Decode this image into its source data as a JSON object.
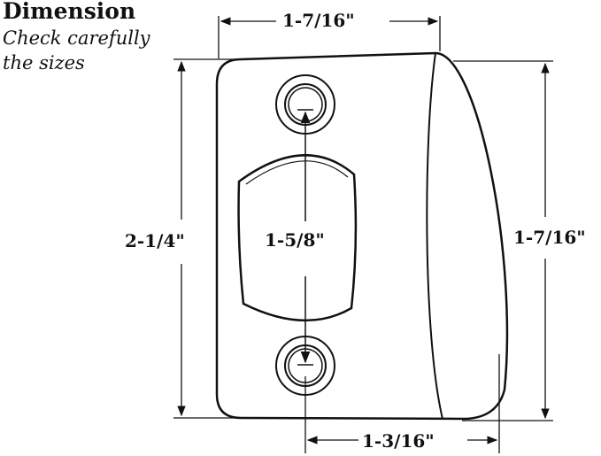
{
  "header": {
    "title": "Dimension",
    "subtitle": "Check carefully the sizes"
  },
  "dimensions": {
    "top_width": "1-7/16\"",
    "left_height": "2-1/4\"",
    "center_height": "1-5/8\"",
    "right_height": "1-7/16\"",
    "bottom_width": "1-3/16\""
  },
  "colors": {
    "line": "#111111",
    "background": "#ffffff"
  }
}
